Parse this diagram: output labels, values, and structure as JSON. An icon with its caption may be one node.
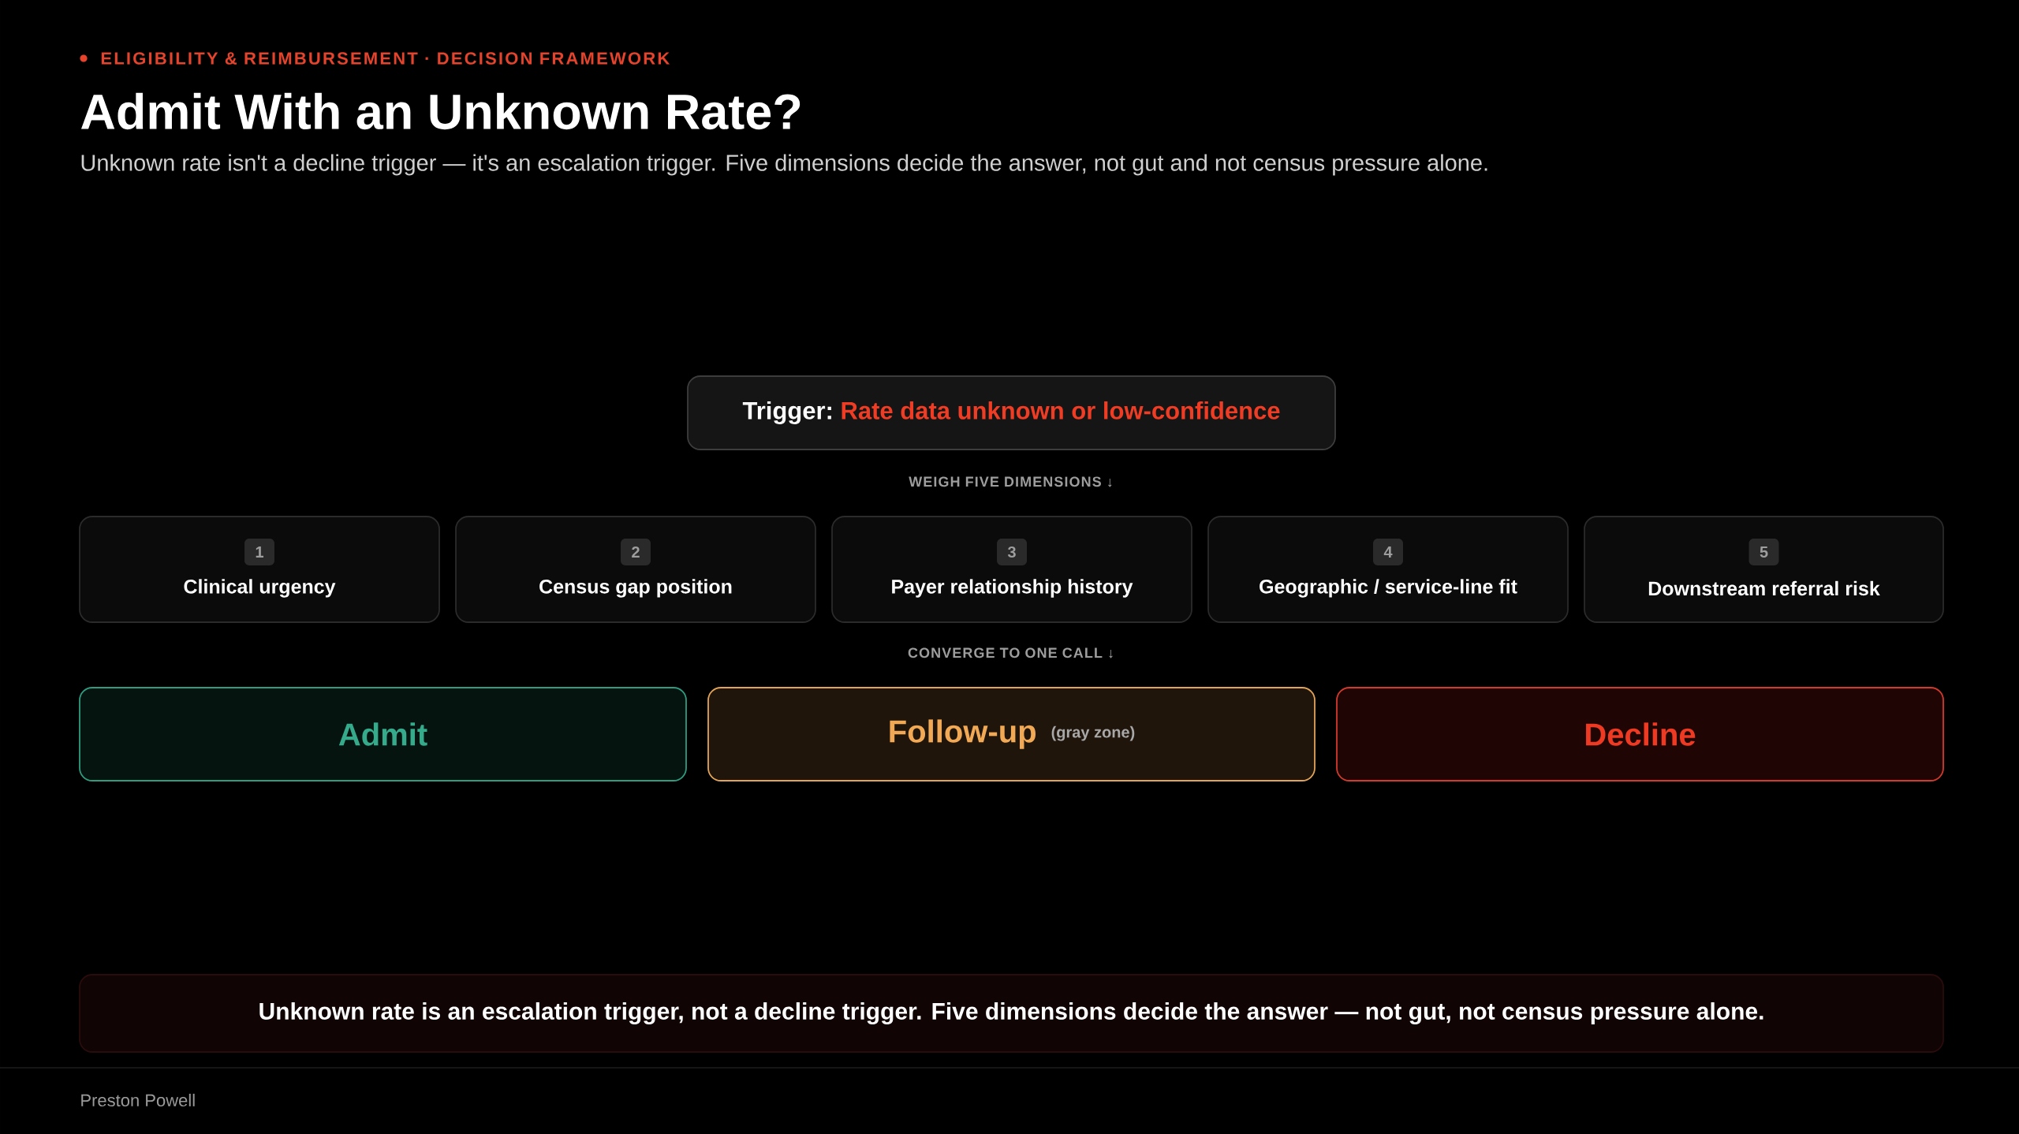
{
  "diagram": {
    "title": "Admit With an Unknown Rate?",
    "nodes": [
      {
        "text": [
          "Trigger:",
          "Rate data unknown or low-confidence"
        ]
      },
      {
        "text": [
          "1",
          "Clinical urgency"
        ]
      },
      {
        "text": [
          "2",
          "Census gap position"
        ]
      },
      {
        "text": [
          "3",
          "Payer relationship history"
        ]
      },
      {
        "text": [
          "4",
          "Geographic / service-line fit"
        ]
      },
      {
        "text": [
          "5",
          "Downstream referral risk"
        ]
      },
      {
        "text": [
          "Admit"
        ]
      },
      {
        "text": [
          "Follow-up",
          "(gray zone)"
        ]
      },
      {
        "text": [
          "Decline"
        ]
      },
      {
        "text": [
          "Unknown rate is an escalation trigger, not a decline trigger. Five dimensions decide the answer — not gut, not census pressure alone."
        ]
      }
    ],
    "labels": [
      "ELIGIBILITY & REIMBURSEMENT · DECISION FRAMEWORK",
      "Unknown rate isn't a decline trigger — it's an escalation trigger. Five dimensions decide the answer, not gut and not census pressure alone.",
      "WEIGH FIVE DIMENSIONS ↓",
      "CONVERGE TO ONE CALL ↓",
      "Preston Powell"
    ]
  }
}
